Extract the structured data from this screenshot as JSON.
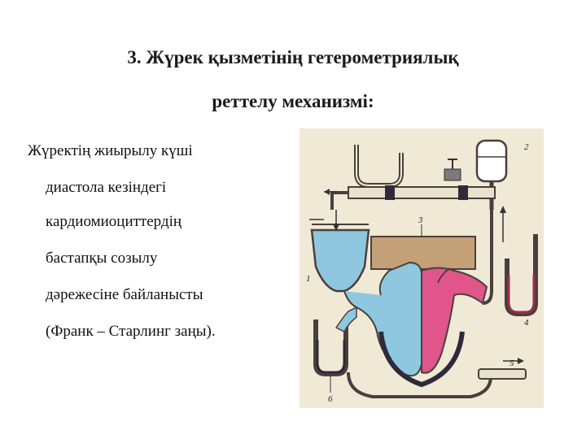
{
  "slide": {
    "title_line1": "3. Жүрек қызметінің гетерометриялық",
    "title_line2": "реттелу механизмі:",
    "body_lines": [
      "Жүректің жиырылу күші",
      "диастола кезіндегі",
      "кардиомиоциттердің",
      "бастапқы созылу",
      "дәрежесіне байланысты",
      "(Франк – Старлинг заңы)."
    ]
  },
  "figure": {
    "labels": {
      "n1": "1",
      "n2": "2",
      "n3": "3",
      "n4": "4",
      "n5": "5",
      "n6": "6"
    },
    "colors": {
      "background": "#f0e9d6",
      "tube": "#4a3f3a",
      "venous_blue": "#8fc7e0",
      "arterial_pink": "#e0558a",
      "block_brown": "#c4a078",
      "heart_dark": "#2e2a3a"
    }
  }
}
